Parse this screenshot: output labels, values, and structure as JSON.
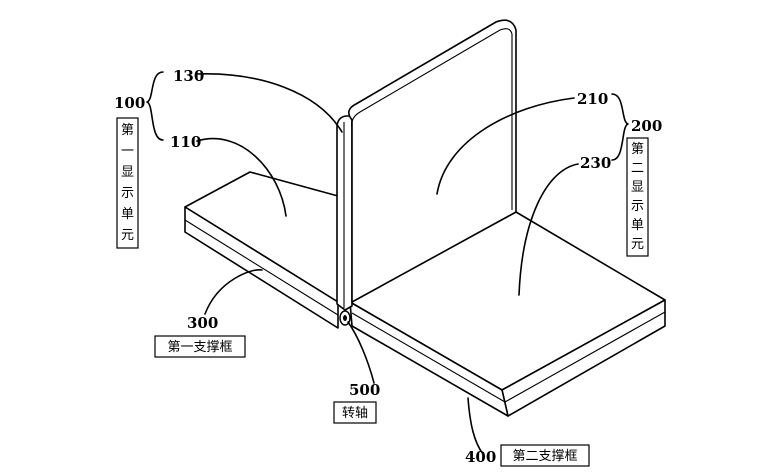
{
  "labels": {
    "l100": "100",
    "l130": "130",
    "l110": "110",
    "l200": "200",
    "l210": "210",
    "l230": "230",
    "l300": "300",
    "l400": "400",
    "l500": "500"
  },
  "captions": {
    "first_display_unit": [
      "第",
      "一",
      "显",
      "示",
      "单",
      "元"
    ],
    "second_display_unit": [
      "第",
      "二",
      "显",
      "示",
      "单",
      "元"
    ],
    "first_support_frame": "第一支撑框",
    "second_support_frame": "第二支撑框",
    "hinge": "转轴"
  }
}
